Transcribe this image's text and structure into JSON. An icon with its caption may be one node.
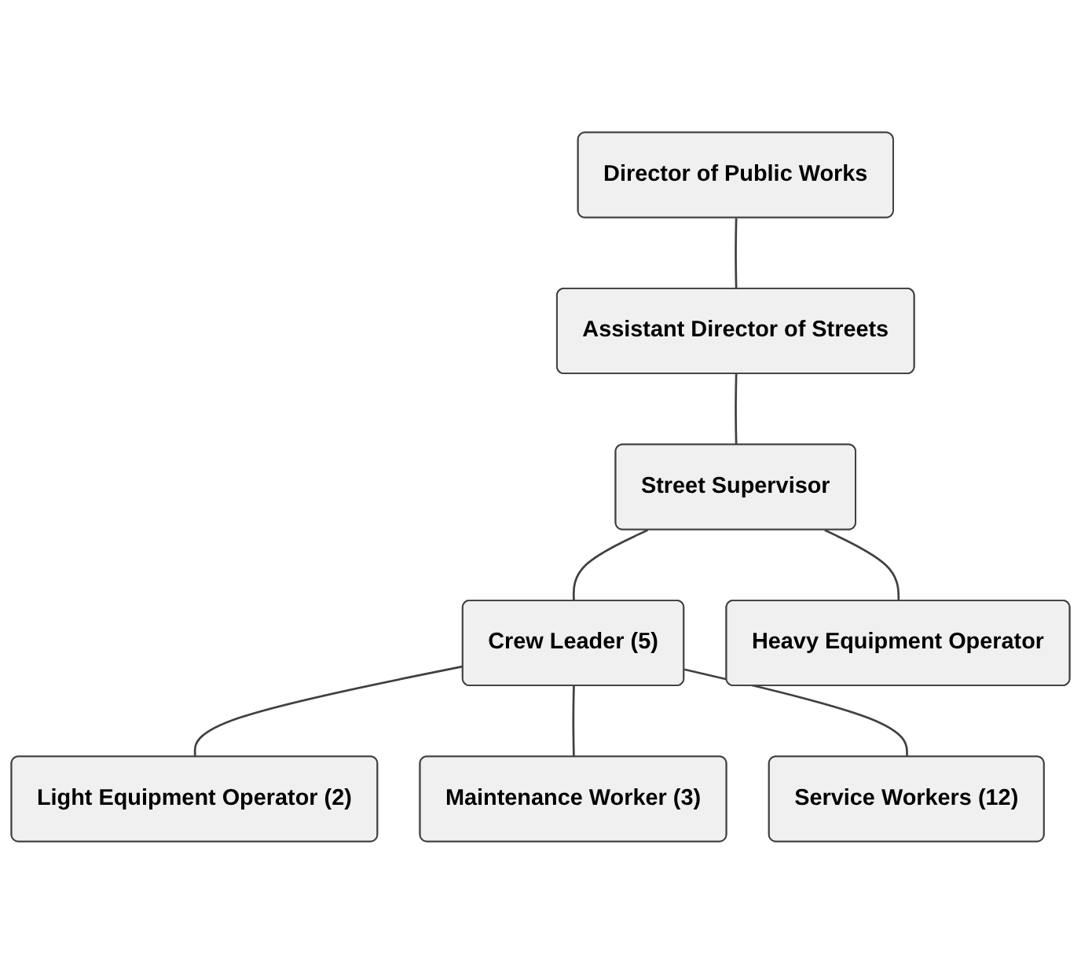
{
  "diagram": {
    "nodes": [
      {
        "text": [
          "Director of Public Works"
        ]
      },
      {
        "text": [
          "Assistant Director of Streets"
        ]
      },
      {
        "text": [
          "Street Supervisor"
        ]
      },
      {
        "text": [
          "Crew Leader (5)"
        ]
      },
      {
        "text": [
          "Heavy Equipment Operator"
        ]
      },
      {
        "text": [
          "Light Equipment Operator (2)"
        ]
      },
      {
        "text": [
          "Maintenance Worker (3)"
        ]
      },
      {
        "text": [
          "Service Workers (12)"
        ]
      }
    ],
    "edges": [
      {
        "from": 0,
        "to": 1,
        "arrow": "none"
      },
      {
        "from": 1,
        "to": 2,
        "arrow": "none"
      },
      {
        "from": 2,
        "to": 3,
        "arrow": "none"
      },
      {
        "from": 2,
        "to": 4,
        "arrow": "none"
      },
      {
        "from": 3,
        "to": 5,
        "arrow": "none"
      },
      {
        "from": 3,
        "to": 6,
        "arrow": "none"
      },
      {
        "from": 3,
        "to": 7,
        "arrow": "none"
      }
    ]
  }
}
